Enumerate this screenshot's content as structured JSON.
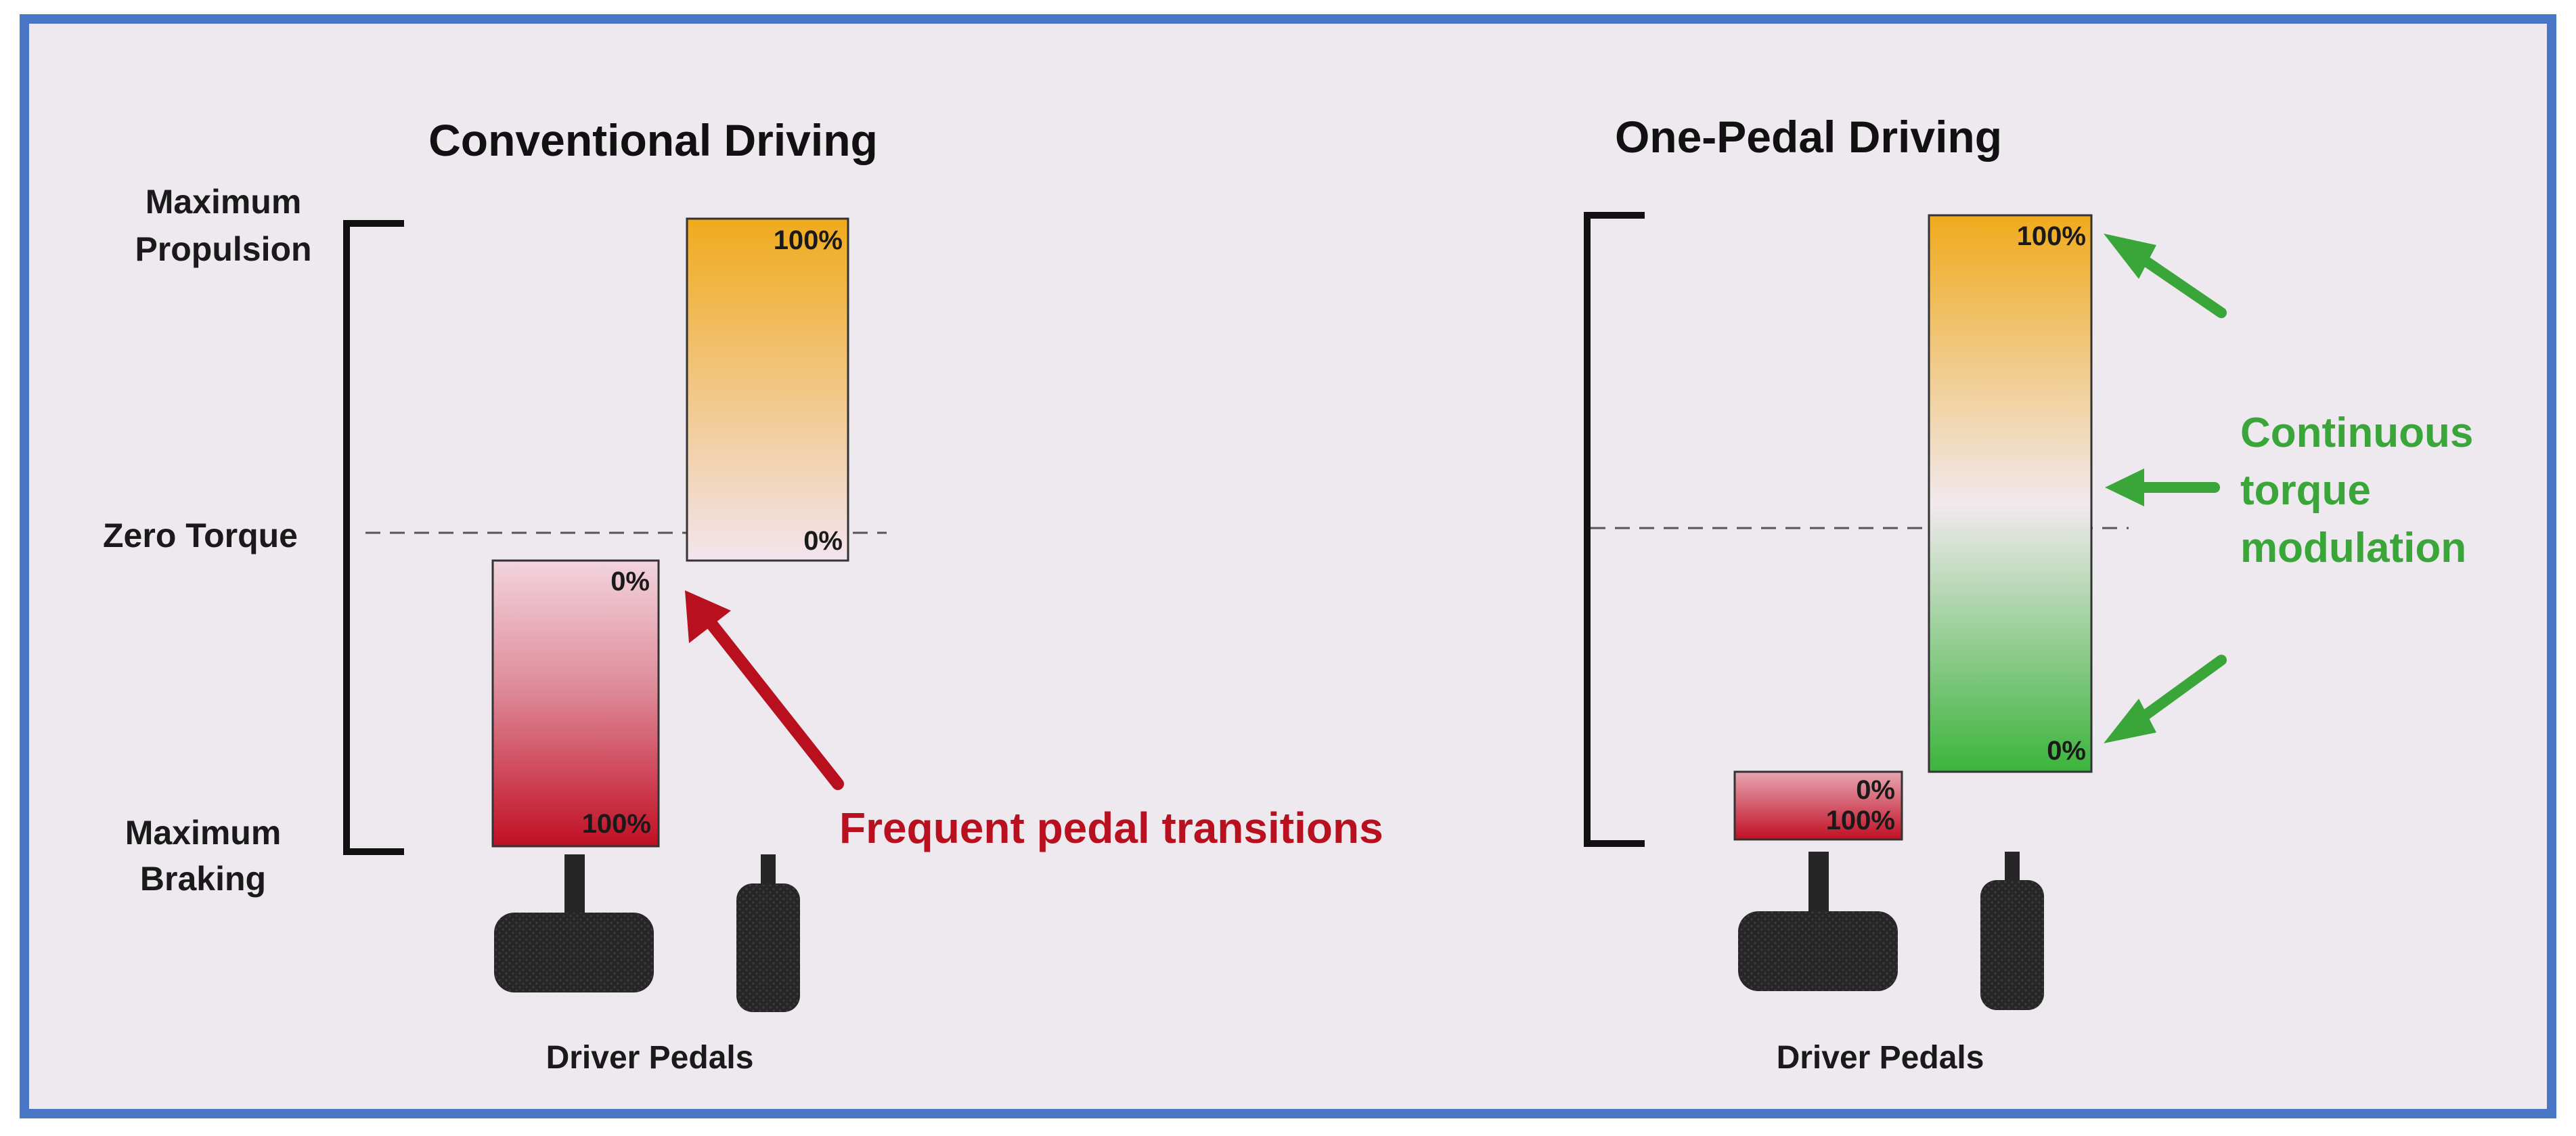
{
  "colors": {
    "frame": "#4a76c6",
    "background": "#ede9ee",
    "propulsion": "#f0aa1c",
    "braking": "#c10f24",
    "regen": "#3cb43c",
    "neutral": "#f1e9ee",
    "annotation_red": "#b8101e",
    "annotation_green": "#3aa63a",
    "pedal": "#262626"
  },
  "axis": {
    "max_propulsion": [
      "Maximum",
      "Propulsion"
    ],
    "zero_torque": "Zero Torque",
    "max_braking": [
      "Maximum",
      "Braking"
    ]
  },
  "conventional": {
    "title": "Conventional Driving",
    "accelerator_top": "100%",
    "accelerator_bottom": "0%",
    "brake_top": "0%",
    "brake_bottom": "100%",
    "pedals_label": "Driver Pedals",
    "annotation": "Frequent pedal transitions"
  },
  "one_pedal": {
    "title": "One-Pedal Driving",
    "accelerator_top": "100%",
    "accelerator_bottom": "0%",
    "brake_top": "0%",
    "brake_bottom": "100%",
    "pedals_label": "Driver Pedals",
    "annotation": [
      "Continuous",
      "torque",
      "modulation"
    ]
  },
  "icons": {
    "brake_pedal": "brake-pedal-icon",
    "accelerator_pedal": "accelerator-pedal-icon",
    "arrow": "arrow-icon"
  }
}
